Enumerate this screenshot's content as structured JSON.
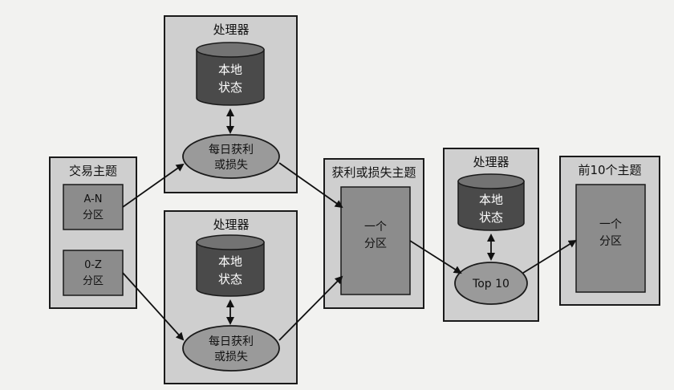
{
  "topic_trades": {
    "title": "交易主题",
    "partition_an": [
      "A-N",
      "分区"
    ],
    "partition_oz": [
      "0-Z",
      "分区"
    ]
  },
  "processor_top": {
    "title": "处理器",
    "state": [
      "本地",
      "状态"
    ],
    "op": [
      "每日获利",
      "或损失"
    ]
  },
  "processor_bottom": {
    "title": "处理器",
    "state": [
      "本地",
      "状态"
    ],
    "op": [
      "每日获利",
      "或损失"
    ]
  },
  "topic_pnl": {
    "title": "获利或损失主题",
    "partition": [
      "一个",
      "分区"
    ]
  },
  "processor_top10": {
    "title": "处理器",
    "state": [
      "本地",
      "状态"
    ],
    "op": "Top 10"
  },
  "topic_top10": {
    "title": "前10个主题",
    "partition": [
      "一个",
      "分区"
    ]
  }
}
